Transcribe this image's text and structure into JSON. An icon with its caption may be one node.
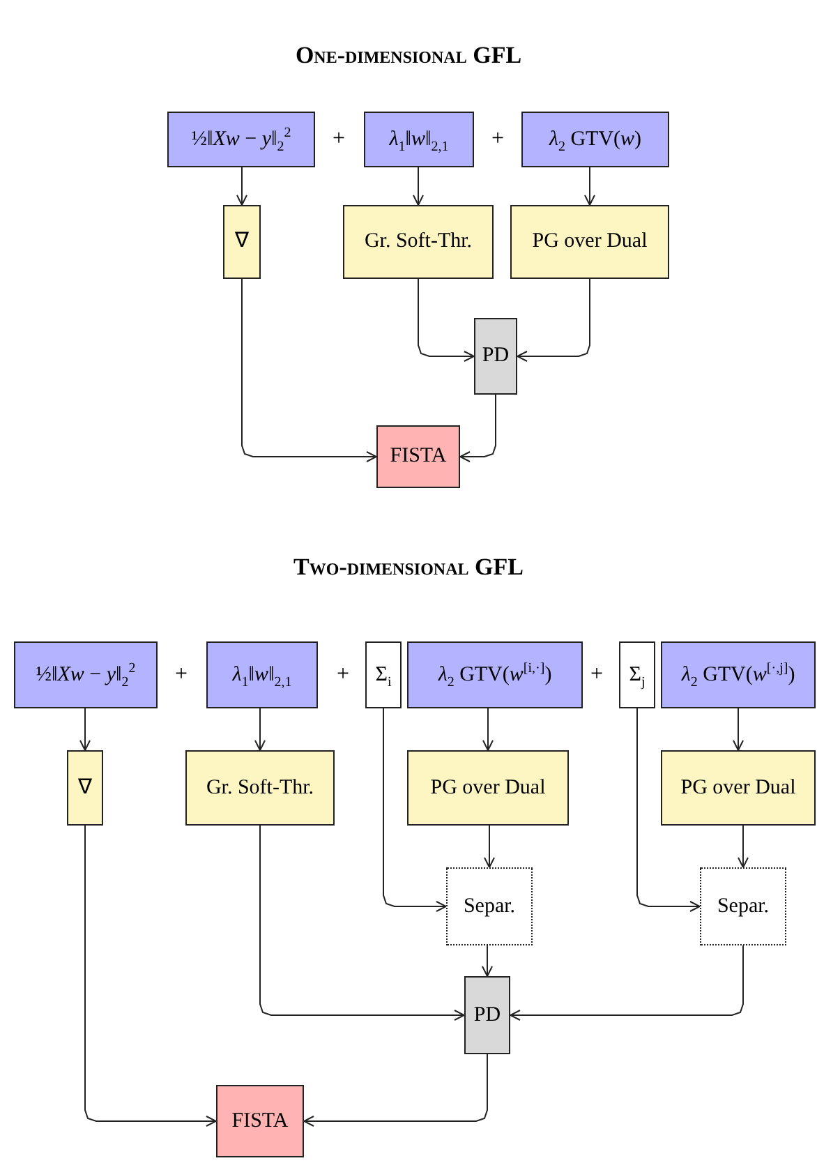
{
  "diagram": {
    "title": "One-dimensional GFL",
    "nodes": [
      {
        "text": [
          "½‖*Xw* − *y*‖$_{2}$$^{2}$"
        ]
      },
      {
        "text": [
          "*λ*$_{1}$‖*w*‖$_{2,1}$"
        ]
      },
      {
        "text": [
          "*λ*$_{2}$ GTV(*w*)"
        ]
      },
      {
        "text": [
          "∇"
        ]
      },
      {
        "text": [
          "Gr. Soft-Thr."
        ]
      },
      {
        "text": [
          "PG over Dual"
        ]
      },
      {
        "text": [
          "PD"
        ]
      },
      {
        "text": [
          "FISTA"
        ]
      },
      {
        "text": [
          "½‖*Xw* − *y*‖$_{2}$$^{2}$"
        ]
      },
      {
        "text": [
          "*λ*$_{1}$‖*w*‖$_{2,1}$"
        ]
      },
      {
        "text": [
          "Σ$_{i}$"
        ]
      },
      {
        "text": [
          "*λ*$_{2}$ GTV(*w*$^{[i,·]}$)"
        ]
      },
      {
        "text": [
          "Σ$_{j}$"
        ]
      },
      {
        "text": [
          "*λ*$_{2}$ GTV(*w*$^{[·,j]}$)"
        ]
      },
      {
        "text": [
          "∇"
        ]
      },
      {
        "text": [
          "Gr. Soft-Thr."
        ]
      },
      {
        "text": [
          "PG over Dual"
        ]
      },
      {
        "text": [
          "PG over Dual"
        ]
      },
      {
        "text": [
          "Separ."
        ]
      },
      {
        "text": [
          "Separ."
        ]
      },
      {
        "text": [
          "PD"
        ]
      },
      {
        "text": [
          "FISTA"
        ]
      }
    ],
    "edges": [
      {
        "from": 0,
        "to": 3,
        "arrow": "to"
      },
      {
        "from": 1,
        "to": 4,
        "arrow": "to"
      },
      {
        "from": 2,
        "to": 5,
        "arrow": "to"
      },
      {
        "from": 4,
        "to": 6,
        "arrow": "to"
      },
      {
        "from": 5,
        "to": 6,
        "arrow": "to"
      },
      {
        "from": 3,
        "to": 7,
        "arrow": "to"
      },
      {
        "from": 6,
        "to": 7,
        "arrow": "to"
      },
      {
        "from": 8,
        "to": 14,
        "arrow": "to"
      },
      {
        "from": 9,
        "to": 15,
        "arrow": "to"
      },
      {
        "from": 11,
        "to": 16,
        "arrow": "to"
      },
      {
        "from": 13,
        "to": 17,
        "arrow": "to"
      },
      {
        "from": 16,
        "to": 18,
        "arrow": "to"
      },
      {
        "from": 10,
        "to": 18,
        "arrow": "to"
      },
      {
        "from": 17,
        "to": 19,
        "arrow": "to"
      },
      {
        "from": 12,
        "to": 19,
        "arrow": "to"
      },
      {
        "from": 15,
        "to": 20,
        "arrow": "to"
      },
      {
        "from": 18,
        "to": 20,
        "arrow": "to"
      },
      {
        "from": 19,
        "to": 20,
        "arrow": "to"
      },
      {
        "from": 14,
        "to": 21,
        "arrow": "to"
      },
      {
        "from": 20,
        "to": 21,
        "arrow": "to"
      }
    ],
    "labels": [
      "+",
      "+",
      "Two-dimensional GFL",
      "+",
      "+",
      "+"
    ]
  }
}
